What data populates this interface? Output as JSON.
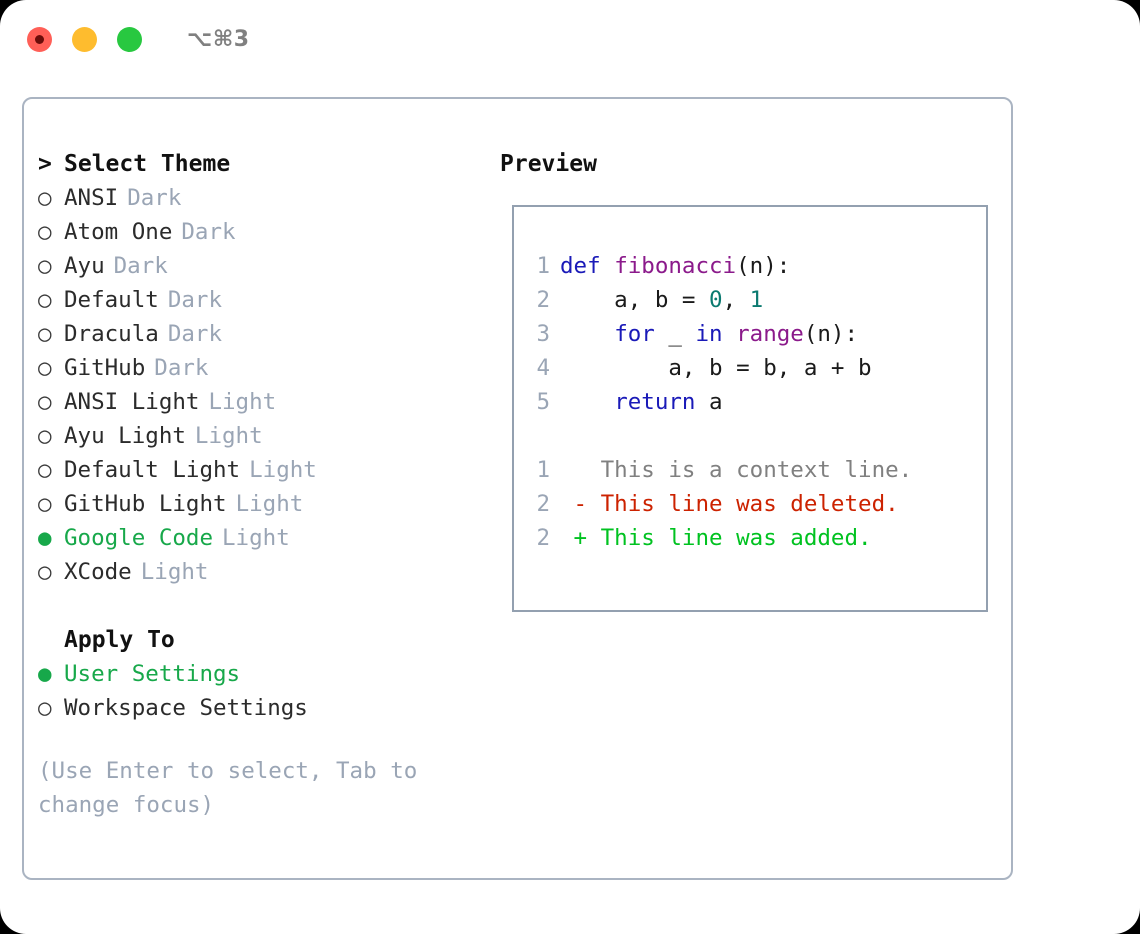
{
  "titlebar": {
    "traffic_lights": [
      {
        "name": "close",
        "color": "#ff5f57"
      },
      {
        "name": "minimize",
        "color": "#febc2e"
      },
      {
        "name": "zoom",
        "color": "#28c840"
      }
    ],
    "shortcut": "⌥⌘3"
  },
  "theme_section": {
    "caret": ">",
    "title": "Select Theme",
    "items": [
      {
        "bullet": "○",
        "label": "ANSI",
        "tag": "Dark",
        "selected": false
      },
      {
        "bullet": "○",
        "label": "Atom One",
        "tag": "Dark",
        "selected": false
      },
      {
        "bullet": "○",
        "label": "Ayu",
        "tag": "Dark",
        "selected": false
      },
      {
        "bullet": "○",
        "label": "Default",
        "tag": "Dark",
        "selected": false
      },
      {
        "bullet": "○",
        "label": "Dracula",
        "tag": "Dark",
        "selected": false
      },
      {
        "bullet": "○",
        "label": "GitHub",
        "tag": "Dark",
        "selected": false
      },
      {
        "bullet": "○",
        "label": "ANSI Light",
        "tag": "Light",
        "selected": false
      },
      {
        "bullet": "○",
        "label": "Ayu Light",
        "tag": "Light",
        "selected": false
      },
      {
        "bullet": "○",
        "label": "Default Light",
        "tag": "Light",
        "selected": false
      },
      {
        "bullet": "○",
        "label": "GitHub Light",
        "tag": "Light",
        "selected": false
      },
      {
        "bullet": "●",
        "label": "Google Code",
        "tag": "Light",
        "selected": true
      },
      {
        "bullet": "○",
        "label": "XCode",
        "tag": "Light",
        "selected": false
      }
    ]
  },
  "apply_section": {
    "title": "Apply To",
    "items": [
      {
        "bullet": "●",
        "label": "User Settings",
        "selected": true
      },
      {
        "bullet": "○",
        "label": "Workspace Settings",
        "selected": false
      }
    ]
  },
  "hint": "(Use Enter to select, Tab to change focus)",
  "preview": {
    "title": "Preview",
    "code_lines": [
      {
        "num": "1",
        "tokens": [
          {
            "t": "def",
            "c": "kw"
          },
          {
            "t": " ",
            "c": "plain"
          },
          {
            "t": "fibonacci",
            "c": "fn"
          },
          {
            "t": "(n):",
            "c": "plain"
          }
        ]
      },
      {
        "num": "2",
        "tokens": [
          {
            "t": "    a, b = ",
            "c": "plain"
          },
          {
            "t": "0",
            "c": "num"
          },
          {
            "t": ", ",
            "c": "plain"
          },
          {
            "t": "1",
            "c": "num"
          }
        ]
      },
      {
        "num": "3",
        "tokens": [
          {
            "t": "    ",
            "c": "plain"
          },
          {
            "t": "for",
            "c": "kw"
          },
          {
            "t": " _ ",
            "c": "plain"
          },
          {
            "t": "in",
            "c": "kw"
          },
          {
            "t": " ",
            "c": "plain"
          },
          {
            "t": "range",
            "c": "fn"
          },
          {
            "t": "(n):",
            "c": "plain"
          }
        ]
      },
      {
        "num": "4",
        "tokens": [
          {
            "t": "        a, b = b, a + b",
            "c": "plain"
          }
        ]
      },
      {
        "num": "5",
        "tokens": [
          {
            "t": "    ",
            "c": "plain"
          },
          {
            "t": "return",
            "c": "kw"
          },
          {
            "t": " a",
            "c": "plain"
          }
        ]
      }
    ],
    "diff_lines": [
      {
        "num": "1",
        "marker": " ",
        "text": "This is a context line.",
        "kind": "ctx"
      },
      {
        "num": "2",
        "marker": "-",
        "text": "This line was deleted.",
        "kind": "del"
      },
      {
        "num": "2",
        "marker": "+",
        "text": "This line was added.",
        "kind": "add"
      }
    ]
  },
  "colors": {
    "accent_green": "#17a84a",
    "muted": "#9aa5b5",
    "border": "#aab4c2",
    "preview_border": "#93a0b0",
    "keyword": "#1a1ab8",
    "function": "#8b1a8b",
    "number": "#0b7a70",
    "diff_added": "#00c220",
    "diff_deleted": "#cc2200",
    "context": "#808080"
  }
}
